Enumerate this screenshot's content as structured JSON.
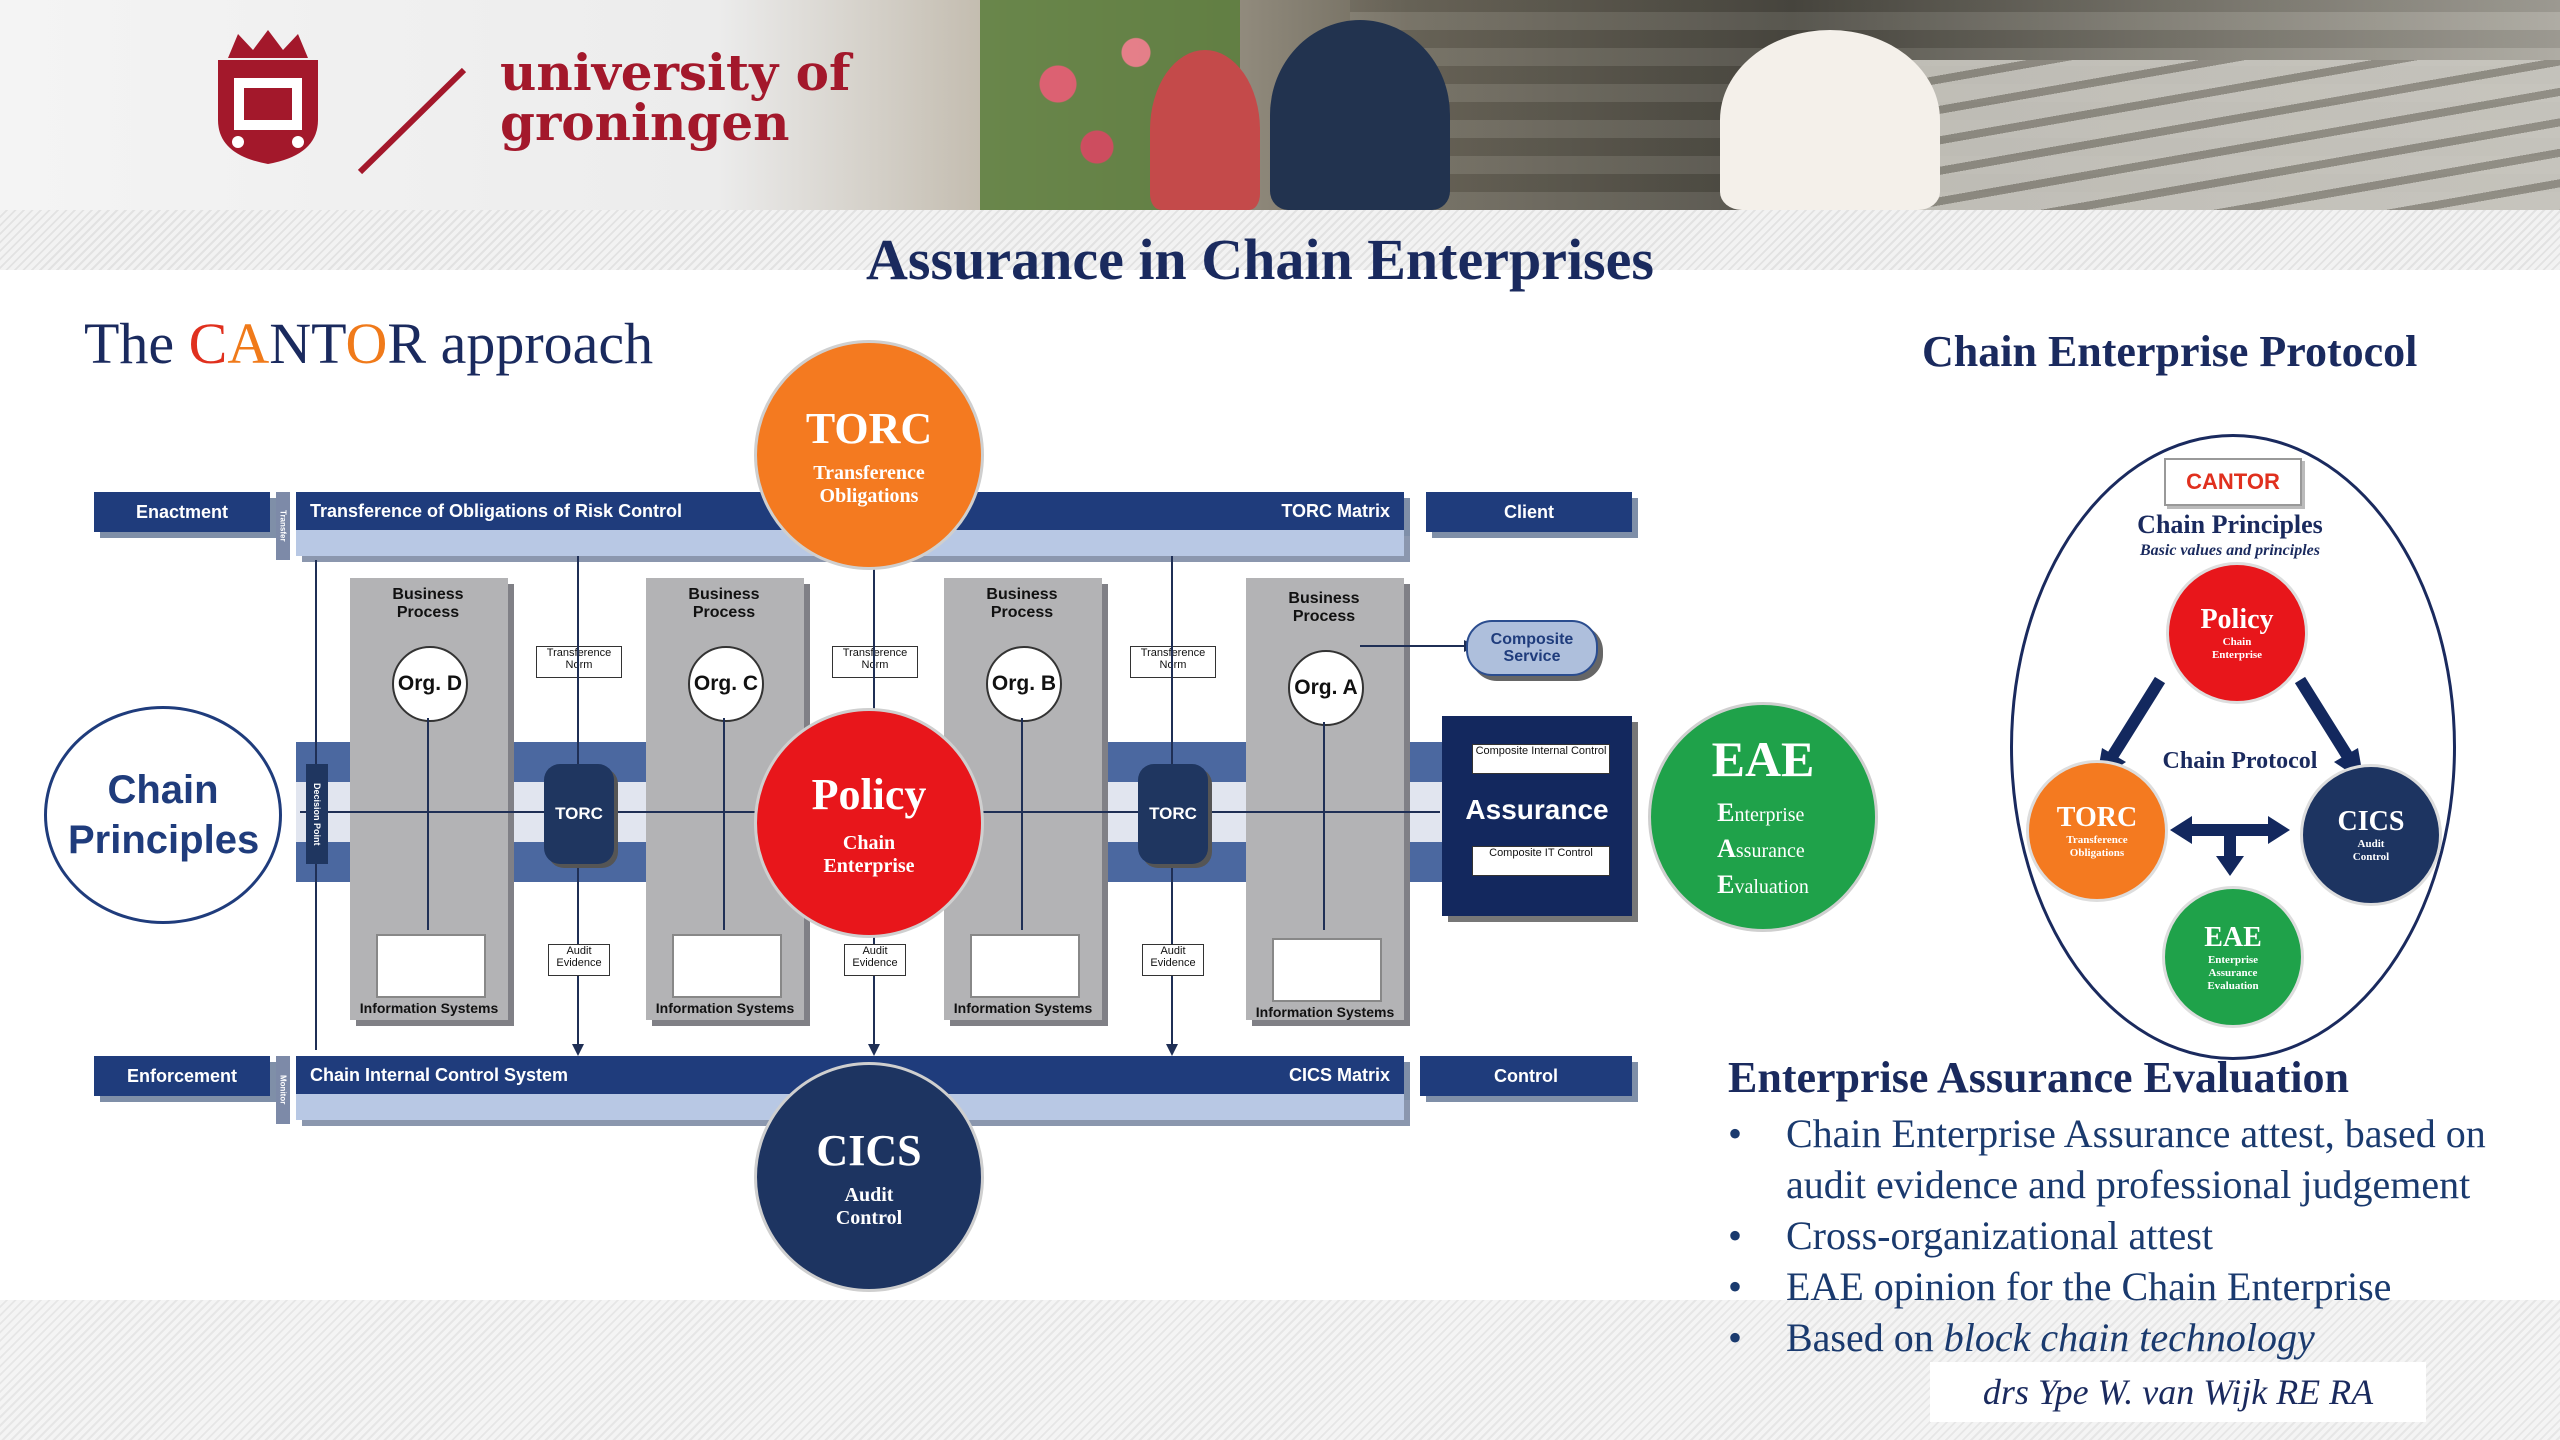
{
  "header": {
    "university_line1": "university of",
    "university_line2": "groningen"
  },
  "title": "Assurance in Chain Enterprises",
  "cantor_title": {
    "prefix": "The ",
    "c": "C",
    "a": "A",
    "n": "N",
    "t": "T",
    "o": "O",
    "r": "R",
    "suffix": " approach"
  },
  "diagram": {
    "enactment": "Enactment",
    "transfer": "Transfer",
    "torc_bar": "Transference of Obligations of Risk Control",
    "torc_matrix": "TORC Matrix",
    "client": "Client",
    "enforcement": "Enforcement",
    "monitor": "Monitor",
    "cics_bar": "Chain Internal Control System",
    "cics_matrix": "CICS Matrix",
    "control": "Control",
    "decision_point": "Decision Point",
    "business_process": "Business Process",
    "orgs": [
      "Org. D",
      "Org. C",
      "Org. B",
      "Org. A"
    ],
    "transference_norm": "Transference Norm",
    "audit_evidence": "Audit Evidence",
    "information_systems": "Information Systems",
    "torc_node": "TORC",
    "composite_service": "Composite Service",
    "assurance": "Assurance",
    "composite_internal_control": "Composite Internal Control",
    "composite_it_control": "Composite IT Control",
    "chain_principles": "Chain Principles",
    "torc_circle": {
      "title": "TORC",
      "sub1": "Transference",
      "sub2": "Obligations"
    },
    "policy_circle": {
      "title": "Policy",
      "sub1": "Chain",
      "sub2": "Enterprise"
    },
    "cics_circle": {
      "title": "CICS",
      "sub1": "Audit",
      "sub2": "Control"
    },
    "eae_circle": {
      "title": "EAE",
      "l1": "nterprise",
      "l2": "ssurance",
      "l3": "valuation",
      "c1": "E",
      "c2": "A",
      "c3": "E"
    }
  },
  "protocol": {
    "title": "Chain Enterprise Protocol",
    "logo": "CANTOR",
    "principles_title": "Chain Principles",
    "principles_sub": "Basic values and principles",
    "policy": {
      "title": "Policy",
      "sub": "Chain Enterprise"
    },
    "chain_protocol": "Chain Protocol",
    "torc": {
      "title": "TORC",
      "sub": "Transference Obligations"
    },
    "cics": {
      "title": "CICS",
      "sub": "Audit Control"
    },
    "eae": {
      "title": "EAE",
      "sub": "Enterprise Assurance Evaluation"
    }
  },
  "eae_section": {
    "heading": "Enterprise Assurance Evaluation",
    "bullets": [
      "Chain Enterprise Assurance attest, based on audit evidence and professional judgement",
      "Cross-organizational attest",
      "EAE opinion for the Chain Enterprise"
    ],
    "last_bullet_prefix": "Based on ",
    "last_bullet_italic": "block chain technology"
  },
  "author": "drs Ype W. van Wijk RE RA",
  "colors": {
    "navy": "#1a2a5e",
    "orange": "#f47a20",
    "red": "#e8161b",
    "green": "#1fa24a",
    "dark_blue": "#1d3461",
    "crest_red": "#a3182b"
  }
}
